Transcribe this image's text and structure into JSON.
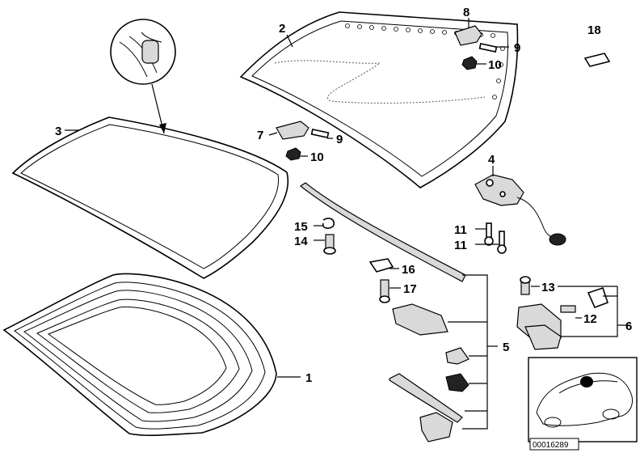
{
  "diagram": {
    "callouts": {
      "c1": "1",
      "c2": "2",
      "c3": "3",
      "c4": "4",
      "c5": "5",
      "c6": "6",
      "c7": "7",
      "c8": "8",
      "c9a": "9",
      "c9b": "9",
      "c10a": "10",
      "c10b": "10",
      "c11a": "11",
      "c11b": "11",
      "c12": "12",
      "c13": "13",
      "c14": "14",
      "c15": "15",
      "c16": "16",
      "c17": "17",
      "c18": "18"
    },
    "reference_number": "00016289"
  }
}
